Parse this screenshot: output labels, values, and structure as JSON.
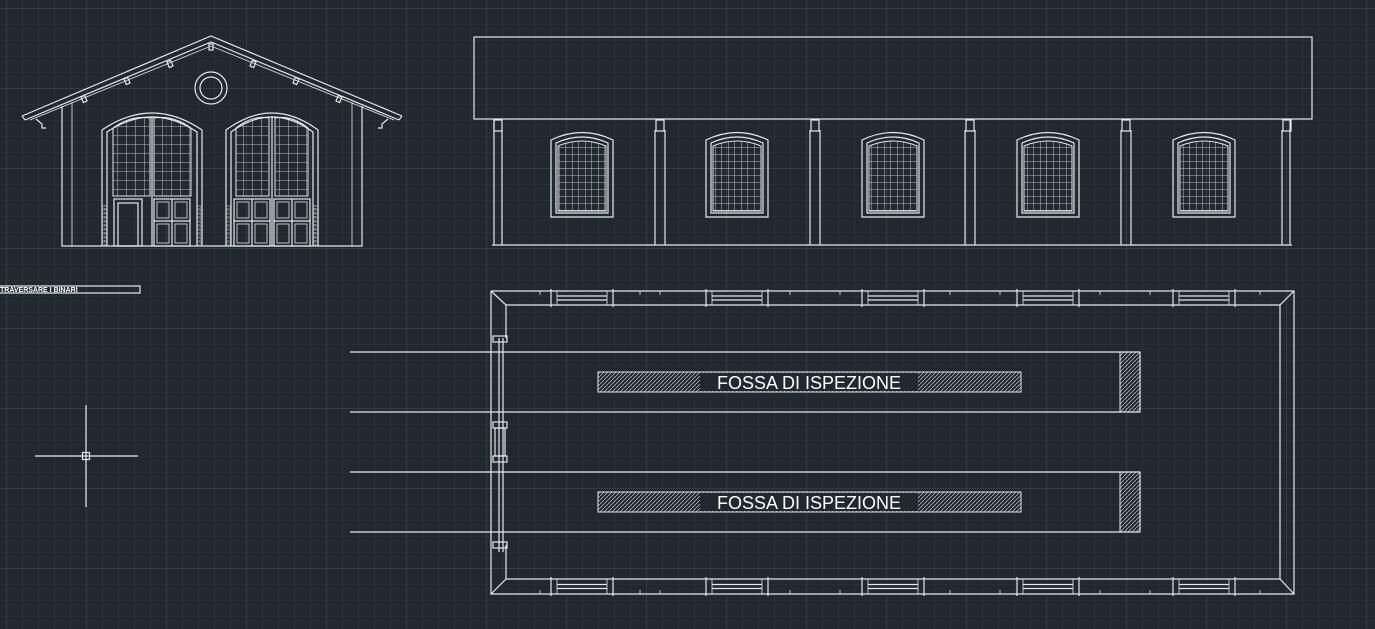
{
  "colors": {
    "background": "#212830",
    "grid_major": "#566270",
    "grid_minor": "#38424e",
    "line": "#e6e8ea",
    "text": "#ffffff"
  },
  "labels": {
    "pit_top": "FOSSA DI ISPEZIONE",
    "pit_bottom": "FOSSA DI ISPEZIONE",
    "note": "TRAVERSARE I BINARI"
  },
  "cursor": {
    "icon": "crosshair-cursor-icon"
  }
}
